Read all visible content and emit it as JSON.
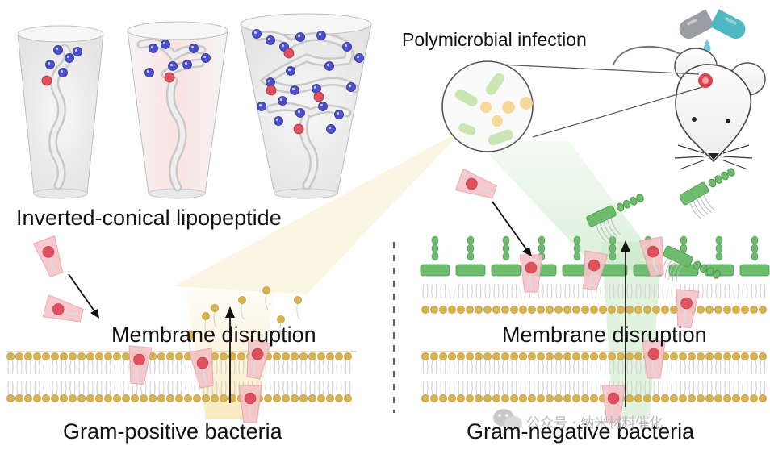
{
  "figure": {
    "header_title": "Polymicrobial infection",
    "lipopeptide_caption": "Inverted-conical lipopeptide",
    "left_disruption_label": "Membrane disruption",
    "right_disruption_label": "Membrane disruption",
    "left_bacteria_label": "Gram-positive bacteria",
    "right_bacteria_label": "Gram-negative bacteria",
    "watermark_text": "公众号 · 纳米材料催化"
  },
  "colors": {
    "peptide_red": "#e0505e",
    "peptide_pink": "#f5c4c8",
    "lipid_head": "#d9b34f",
    "lps_green": "#6dbb6d",
    "amino_blue": "#4a4fd0",
    "capsule_teal": "#4fb9c2",
    "capsule_grey": "#9a9ea3"
  },
  "icons": [
    "capsule-icon",
    "mouse-icon",
    "wechat-icon"
  ]
}
